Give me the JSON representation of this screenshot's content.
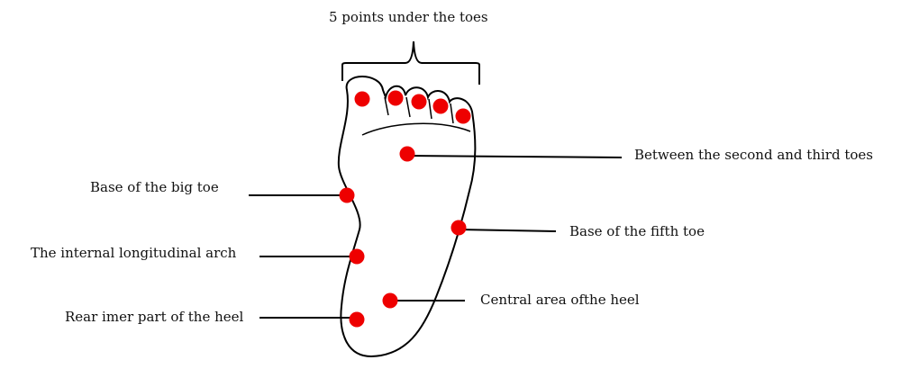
{
  "labels": {
    "toes_group": "5 points under the toes",
    "between_second_third": "Between the second and third toes",
    "base_big_toe": "Base of the big toe",
    "base_fifth_toe": "Base of the fifth toe",
    "internal_arch": "The internal longitudinal arch",
    "central_heel": "Central area ofthe heel",
    "rear_inner_heel": "Rear imer part of the heel"
  },
  "colors": {
    "point": "#ee0000",
    "outline": "#000000"
  }
}
